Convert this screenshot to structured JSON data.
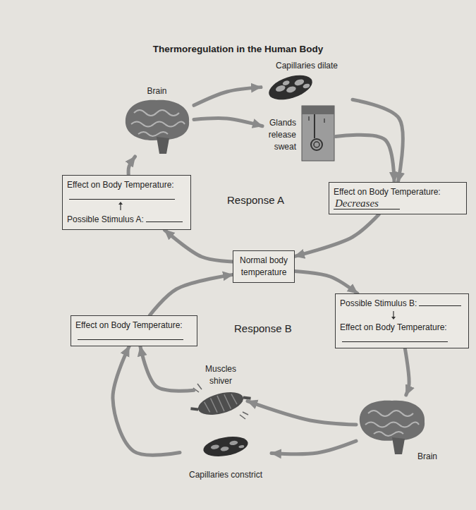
{
  "diagram": {
    "title": "Thermoregulation in the Human Body",
    "nodes": [
      {
        "text": [
          "Brain"
        ]
      },
      {
        "text": [
          "Capillaries dilate"
        ]
      },
      {
        "text": [
          "Glands release sweat"
        ]
      },
      {
        "text": [
          "Effect on Body Temperature:",
          "Decreases"
        ]
      },
      {
        "text": [
          "Normal body temperature"
        ]
      },
      {
        "text": [
          "Possible Stimulus B:",
          "Effect on Body Temperature:"
        ]
      },
      {
        "text": [
          "Brain"
        ]
      },
      {
        "text": [
          "Muscles shiver"
        ]
      },
      {
        "text": [
          "Capillaries constrict"
        ]
      },
      {
        "text": [
          "Effect on Body Temperature:"
        ]
      },
      {
        "text": [
          "Effect on Body Temperature:",
          "Possible Stimulus A:"
        ]
      }
    ],
    "edges": [
      {
        "from": 0,
        "to": 1,
        "arrow": "to"
      },
      {
        "from": 0,
        "to": 2,
        "arrow": "to"
      },
      {
        "from": 1,
        "to": 3,
        "arrow": "to"
      },
      {
        "from": 2,
        "to": 3,
        "arrow": "to"
      },
      {
        "from": 3,
        "to": 4,
        "arrow": "to"
      },
      {
        "from": 4,
        "to": 5,
        "arrow": "to"
      },
      {
        "from": 5,
        "to": 6,
        "arrow": "to"
      },
      {
        "from": 6,
        "to": 7,
        "arrow": "to"
      },
      {
        "from": 6,
        "to": 8,
        "arrow": "to"
      },
      {
        "from": 7,
        "to": 9,
        "arrow": "to"
      },
      {
        "from": 8,
        "to": 9,
        "arrow": "to"
      },
      {
        "from": 9,
        "to": 4,
        "arrow": "to"
      },
      {
        "from": 4,
        "to": 10,
        "arrow": "to"
      },
      {
        "from": 10,
        "to": 0,
        "arrow": "to"
      }
    ],
    "labels": [
      "Response A",
      "Response B"
    ]
  }
}
